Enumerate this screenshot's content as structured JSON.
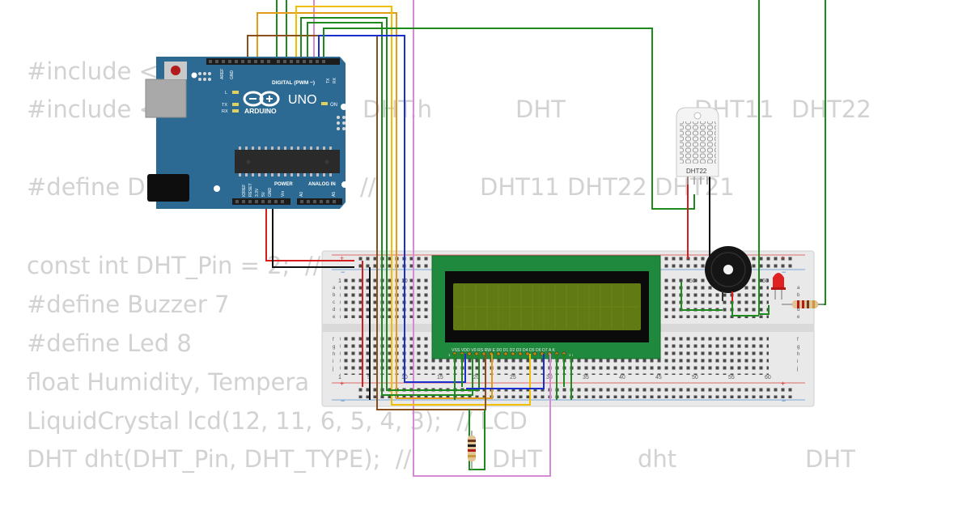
{
  "code": {
    "line1": "#include <",
    "line2": "#include <",
    "line3": "#define D",
    "line4": "const int DHT_Pin = 2;  //",
    "line5": "#define Buzzer 7",
    "line6": "#define Led 8",
    "line7": "float Humidity, Tempera",
    "line8": "LiquidCrystal lcd(12, 11, 6, 5, 4, 3);  // LCD",
    "line9": "DHT dht(DHT_Pin, DHT_TYPE);  //",
    "frag_dhth": "DHT.h",
    "frag_dht_a": "DHT",
    "frag_dht11": "DHT11",
    "frag_dht22": "DHT22",
    "frag_comment": "//",
    "frag_types": "DHT11 DHT22 DHT21",
    "frag_dht_b": "DHT",
    "frag_dht_c": "dht",
    "frag_dht_d": "DHT"
  },
  "arduino": {
    "brand": "ARDUINO",
    "model": "UNO",
    "digital_label": "DIGITAL (PWM ~)",
    "power_label": "POWER",
    "analog_label": "ANALOG IN",
    "on_label": "ON",
    "l_label": "L",
    "tx_label": "TX",
    "rx_label": "RX",
    "aref_label": "AREF",
    "gnd_label": "GND",
    "ioref_label": "IOREF",
    "reset_label": "RESET",
    "v33_label": "3.3V",
    "v5_label": "5V",
    "vin_label": "Vin",
    "a0_label": "A0",
    "a5_label": "A5"
  },
  "sensor": {
    "label": "DHT22"
  },
  "lcd": {
    "pin_labels": "VSS VDD V0  RS  RW  E   D0  D1  D2  D3  D4  D5  D6  D7  A   K",
    "pin1": "1",
    "pin16": "16"
  },
  "breadboard": {
    "columns": [
      "1",
      "5",
      "10",
      "15",
      "20",
      "25",
      "30",
      "35",
      "40",
      "45",
      "50",
      "55",
      "60"
    ],
    "rows_top": [
      "a",
      "b",
      "c",
      "d",
      "e"
    ],
    "rows_bottom": [
      "f",
      "g",
      "h",
      "i",
      "j"
    ],
    "plus": "+",
    "minus": "−"
  },
  "colors": {
    "board": "#2c6a93",
    "breadboard": "#e9e9e9",
    "lcd_outer": "#1f8a3e",
    "lcd_screen": "#627a14",
    "wire_green": "#1e8a1e",
    "wire_orange": "#e39b1a",
    "wire_yellow": "#f0c000",
    "wire_brown": "#8b4f1e",
    "wire_blue": "#1a2fd0",
    "wire_red": "#d41e1e",
    "wire_pink": "#d68ad6"
  }
}
